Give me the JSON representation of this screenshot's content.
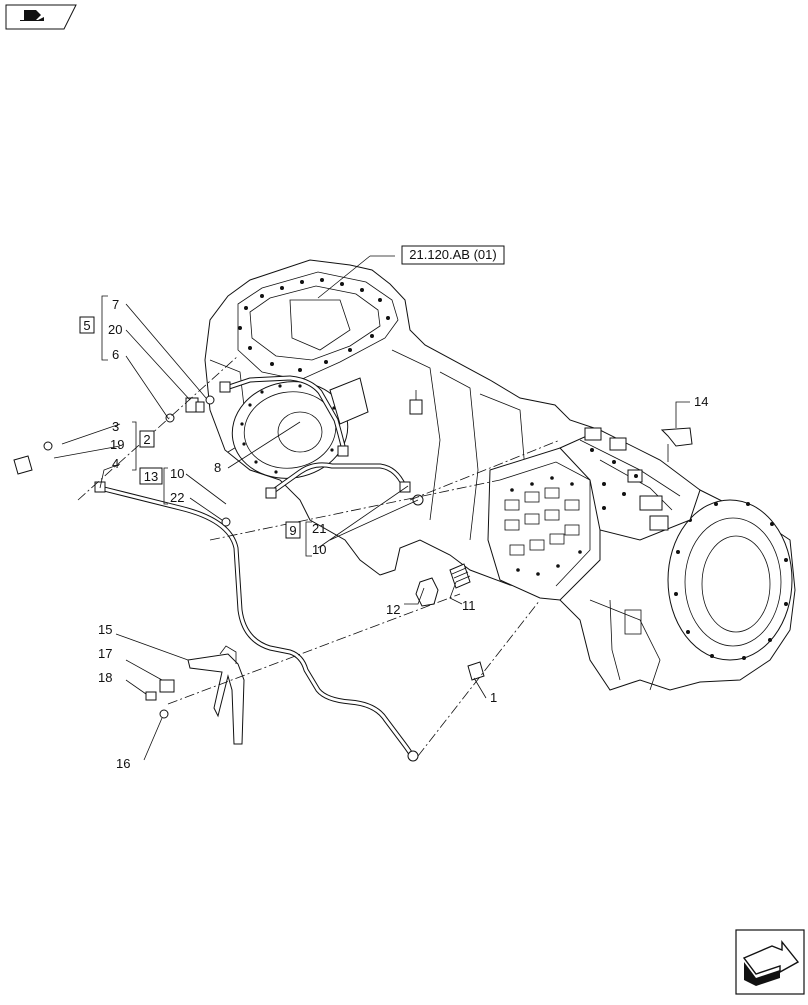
{
  "reference_label": "21.120.AB (01)",
  "callouts": {
    "c1": "1",
    "c3": "3",
    "c4": "4",
    "c6": "6",
    "c7": "7",
    "c8": "8",
    "c10a": "10",
    "c10b": "10",
    "c11": "11",
    "c12": "12",
    "c14": "14",
    "c15": "15",
    "c16": "16",
    "c17": "17",
    "c18": "18",
    "c19": "19",
    "c20": "20",
    "c21": "21",
    "c22": "22"
  },
  "kits": {
    "k2": "2",
    "k5": "5",
    "k9": "9",
    "k13": "13"
  },
  "icons": {
    "top_left": "page-navigation-icon",
    "bottom_right": "next-page-arrow-icon"
  }
}
